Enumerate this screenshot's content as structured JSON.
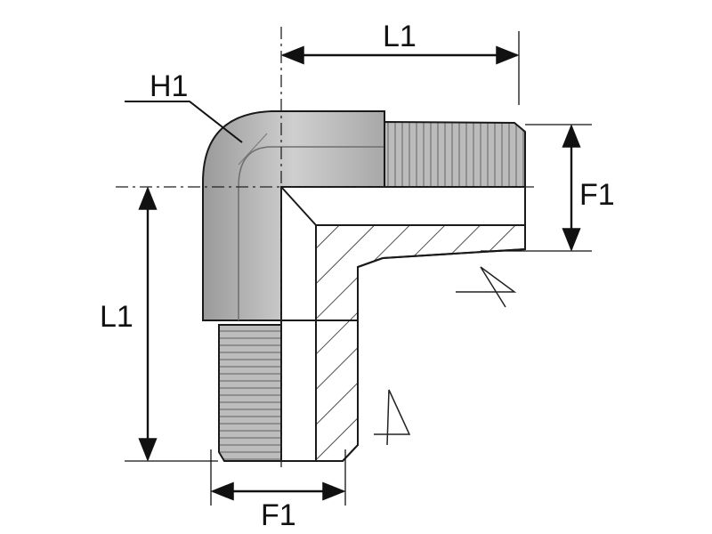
{
  "labels": {
    "top_length": "L1",
    "left_length": "L1",
    "hex": "H1",
    "right_thread": "F1",
    "bottom_thread": "F1"
  },
  "colors": {
    "body_light": "#cdcdcd",
    "body_mid": "#a9a9a9",
    "body_dark": "#8a8a8a",
    "thread": "#b9b9b9",
    "section_fill": "#ffffff",
    "outline": "#1a1a1a"
  }
}
